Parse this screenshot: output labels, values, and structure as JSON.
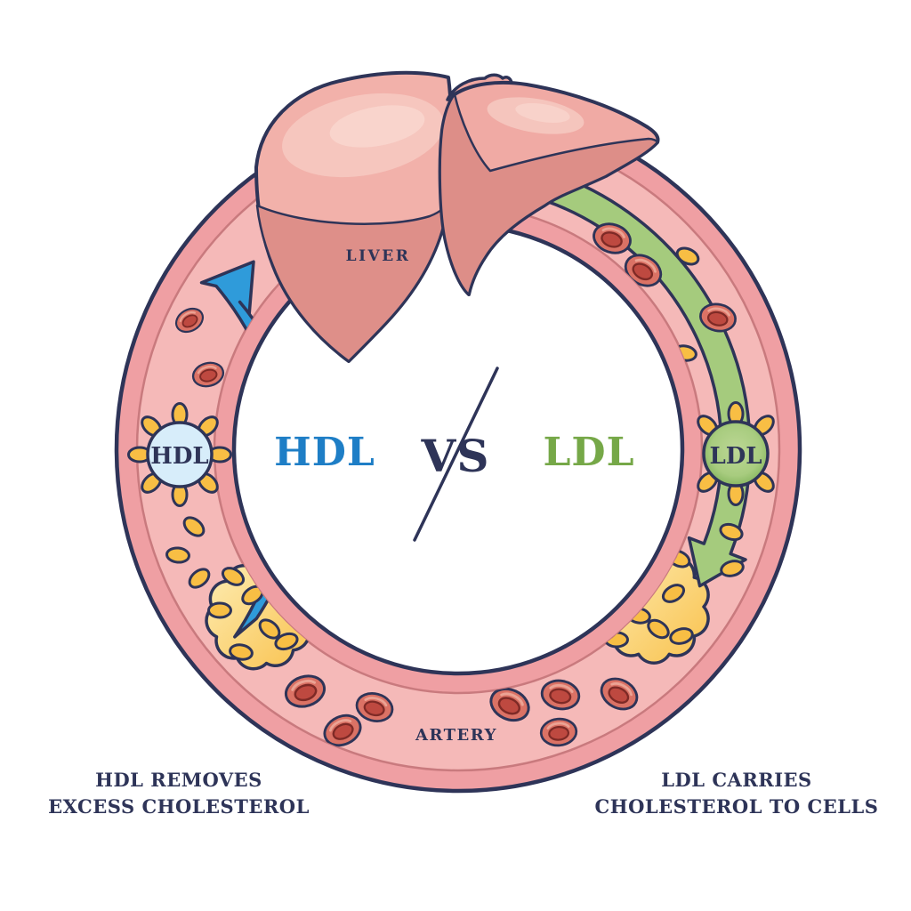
{
  "diagram": {
    "title_comparison": {
      "hdl": "HDL",
      "vs": "VS",
      "ldl": "LDL"
    },
    "organ_label": "LIVER",
    "vessel_label": "ARTERY",
    "hdl_particle_label": "HDL",
    "ldl_particle_label": "LDL",
    "caption_left": {
      "line1": "HDL REMOVES",
      "line2": "EXCESS CHOLESTEROL"
    },
    "caption_right": {
      "line1": "LDL CARRIES",
      "line2": "CHOLESTEROL TO CELLS"
    },
    "colors": {
      "outline_navy": "#2e3458",
      "hdl_blue_text": "#1e7ec6",
      "ldl_green_text": "#76a848",
      "hdl_stream_blue": "#2f9bda",
      "ldl_stream_green": "#a5cb7d",
      "artery_wall_pink": "#ef9fa3",
      "artery_lumen_pink": "#f5b9b8",
      "lipid_yellow": "#f8be44",
      "plaque_yellow": "#f9c14c",
      "rbc_red": "#be4940",
      "liver_pink": "#f2b1aa",
      "hdl_particle_fill": "#d7edfa"
    }
  }
}
